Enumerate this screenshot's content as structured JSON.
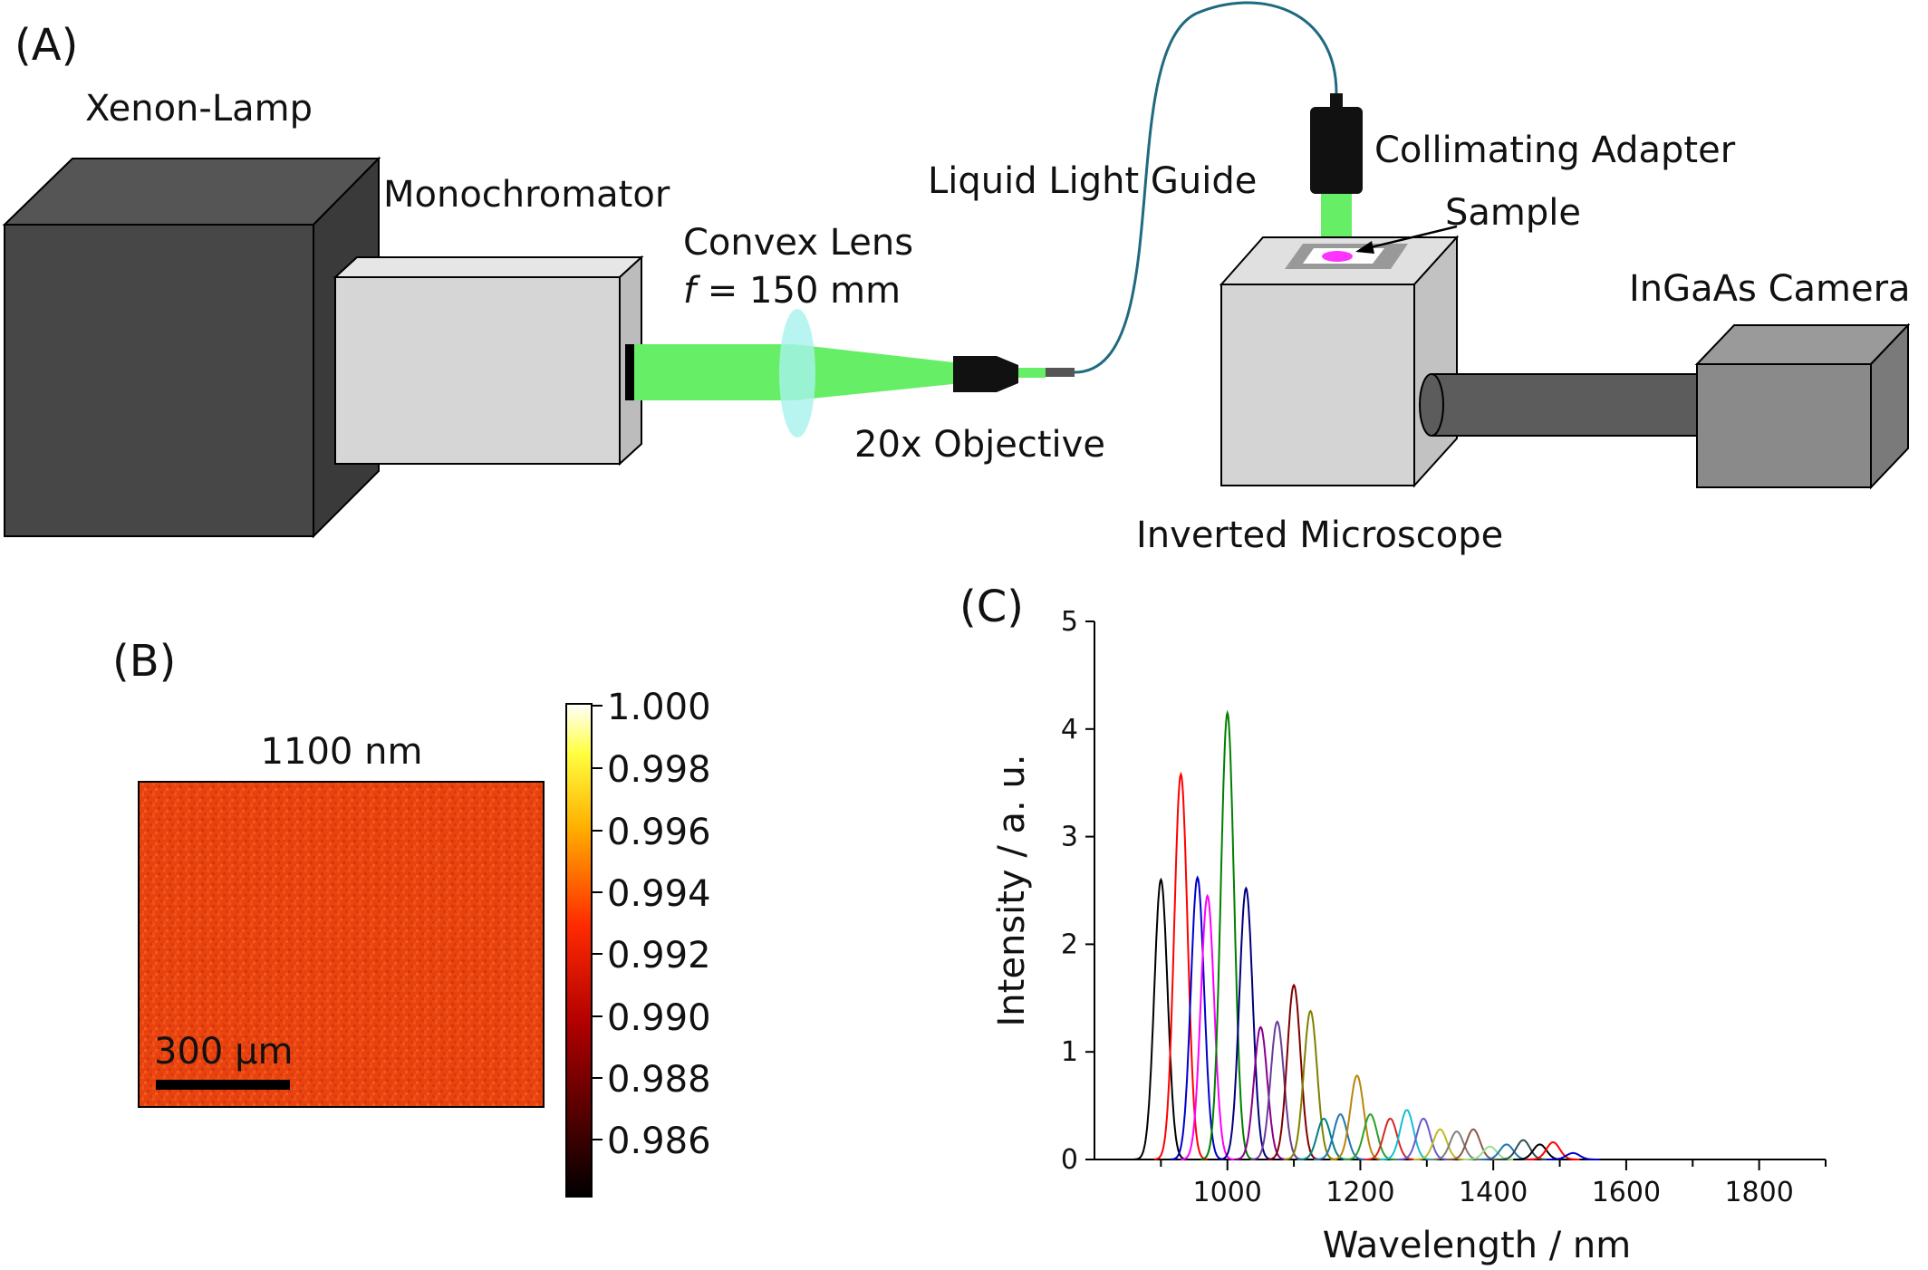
{
  "panel_a": {
    "label": "(A)",
    "xenon_lamp": "Xenon-Lamp",
    "monochromator": "Monochromator",
    "convex_lens": "Convex Lens",
    "focal_f": "f",
    "focal_value": " = 150 mm",
    "objective": "20x Objective",
    "light_guide": "Liquid Light Guide",
    "collimating_adapter": "Collimating Adapter",
    "sample": "Sample",
    "ingaas_camera": "InGaAs Camera",
    "inverted_microscope": "Inverted Microscope",
    "colors": {
      "lamp": "#474747",
      "monochromator": "#d6d6d6",
      "beam": "#66ee66",
      "lens": "#a6f2ee",
      "fiber": "#1f6a80",
      "sample_ring": "#ff33ff",
      "camera": "#8a8a8a"
    }
  },
  "panel_b": {
    "label": "(B)",
    "image_title": "1100 nm",
    "scalebar_label": "300 µm",
    "colorbar_ticks": [
      "1.000",
      "0.998",
      "0.996",
      "0.994",
      "0.992",
      "0.990",
      "0.988",
      "0.986"
    ],
    "colormap": "hot",
    "map_mean_color": "#e83f10"
  },
  "panel_c": {
    "label": "(C)"
  },
  "chart_data": {
    "type": "line",
    "xlabel": "Wavelength / nm",
    "ylabel": "Intensity / a. u.",
    "xlim": [
      800,
      1900
    ],
    "ylim": [
      0,
      5
    ],
    "xticks": [
      "1000",
      "1200",
      "1400",
      "1600",
      "1800"
    ],
    "yticks": [
      "0",
      "1",
      "2",
      "3",
      "4",
      "5"
    ],
    "peak_width_nm": 10,
    "series": [
      {
        "center": 900,
        "peak": 2.6,
        "color": "#000000"
      },
      {
        "center": 930,
        "peak": 3.58,
        "color": "#ff0000"
      },
      {
        "center": 955,
        "peak": 2.62,
        "color": "#0000cc"
      },
      {
        "center": 970,
        "peak": 2.45,
        "color": "#ff00ff"
      },
      {
        "center": 1000,
        "peak": 4.15,
        "color": "#008000"
      },
      {
        "center": 1028,
        "peak": 2.52,
        "color": "#000080"
      },
      {
        "center": 1050,
        "peak": 1.23,
        "color": "#8b008b"
      },
      {
        "center": 1075,
        "peak": 1.28,
        "color": "#6a3d9a"
      },
      {
        "center": 1100,
        "peak": 1.62,
        "color": "#800000"
      },
      {
        "center": 1125,
        "peak": 1.38,
        "color": "#808000"
      },
      {
        "center": 1145,
        "peak": 0.38,
        "color": "#008080"
      },
      {
        "center": 1170,
        "peak": 0.42,
        "color": "#1f77b4"
      },
      {
        "center": 1195,
        "peak": 0.78,
        "color": "#b8860b"
      },
      {
        "center": 1215,
        "peak": 0.42,
        "color": "#2ca02c"
      },
      {
        "center": 1245,
        "peak": 0.38,
        "color": "#d62728"
      },
      {
        "center": 1270,
        "peak": 0.46,
        "color": "#17becf"
      },
      {
        "center": 1295,
        "peak": 0.38,
        "color": "#6a5acd"
      },
      {
        "center": 1320,
        "peak": 0.28,
        "color": "#bcbd22"
      },
      {
        "center": 1345,
        "peak": 0.26,
        "color": "#7f7f7f"
      },
      {
        "center": 1370,
        "peak": 0.28,
        "color": "#8c564b"
      },
      {
        "center": 1395,
        "peak": 0.12,
        "color": "#98df8a"
      },
      {
        "center": 1420,
        "peak": 0.14,
        "color": "#1f77b4"
      },
      {
        "center": 1445,
        "peak": 0.18,
        "color": "#2f4f4f"
      },
      {
        "center": 1470,
        "peak": 0.14,
        "color": "#000000"
      },
      {
        "center": 1490,
        "peak": 0.16,
        "color": "#ff0000"
      },
      {
        "center": 1520,
        "peak": 0.06,
        "color": "#0000cc"
      }
    ]
  }
}
